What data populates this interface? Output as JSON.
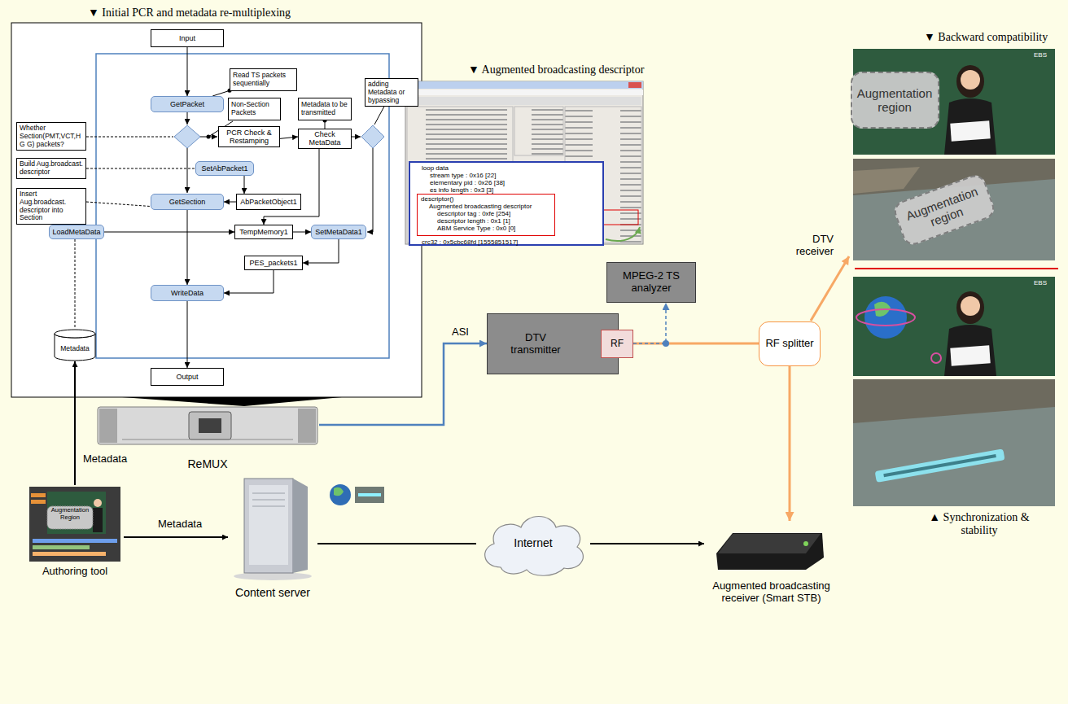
{
  "diagram": {
    "nodes": [
      {
        "text": [
          "Input"
        ]
      },
      {
        "text": [
          "GetPacket"
        ]
      },
      {
        "text": [
          "Read TS packets sequentially"
        ]
      },
      {
        "text": [
          "Whether Section(PMT,VCT,H G G) packets?"
        ]
      },
      {
        "text": [
          "PCR Check & Restamping"
        ]
      },
      {
        "text": [
          "Non-Section Packets"
        ]
      },
      {
        "text": [
          "Check MetaData"
        ]
      },
      {
        "text": [
          "Metadata to be transmitted"
        ]
      },
      {
        "text": [
          "adding Metadata or bypassing"
        ]
      },
      {
        "text": [
          "Build Aug.broadcast. descriptor"
        ]
      },
      {
        "text": [
          "SetAbPacket1"
        ]
      },
      {
        "text": [
          "Insert Aug.broadcast. descriptor into Section"
        ]
      },
      {
        "text": [
          "GetSection"
        ]
      },
      {
        "text": [
          "AbPacketObject1"
        ]
      },
      {
        "text": [
          "LoadMetaData"
        ]
      },
      {
        "text": [
          "TempMemory1"
        ]
      },
      {
        "text": [
          "SetMetaData1"
        ]
      },
      {
        "text": [
          "PES_packets1"
        ]
      },
      {
        "text": [
          "WriteData"
        ]
      },
      {
        "text": [
          "Metadata"
        ]
      },
      {
        "text": [
          "Output"
        ]
      },
      {
        "text": [
          "ReMUX"
        ]
      },
      {
        "text": [
          "DTV transmitter"
        ]
      },
      {
        "text": [
          "RF"
        ],
        "in": 22
      },
      {
        "text": [
          "MPEG-2 TS analyzer"
        ]
      },
      {
        "text": [
          "loop data",
          "stream type : 0x16 [22]",
          "elementary pid : 0x26 [38]",
          "es info length : 0x3 [3]",
          "crc32 : 0x5cbc68fd [1555851517]"
        ]
      },
      {
        "text": [
          "descriptor()",
          "Augmented broadcasting descriptor",
          "descriptor tag : 0xfe [254]",
          "descriptor length : 0x1 [1]",
          "ABM Service Type : 0x0 [0]"
        ],
        "in": 25
      },
      {
        "text": [
          "RF splitter"
        ]
      },
      {
        "text": [
          "Augmentation region"
        ]
      },
      {
        "text": [
          "Augmentation region"
        ]
      },
      {
        "text": [
          "Authoring tool"
        ]
      },
      {
        "text": [
          "Content server"
        ]
      },
      {
        "text": [
          "Internet"
        ]
      },
      {
        "text": [
          "Augmented broadcasting receiver (Smart STB)"
        ]
      }
    ],
    "edges": [
      {
        "from": 0,
        "to": 1,
        "arrow": "to"
      },
      {
        "from": 2,
        "to": 1,
        "arrow": "none"
      },
      {
        "from": 4,
        "to": 6,
        "arrow": "to"
      },
      {
        "from": 7,
        "to": 6,
        "arrow": "none"
      },
      {
        "from": 9,
        "to": 10,
        "arrow": "none"
      },
      {
        "from": 11,
        "to": 12,
        "arrow": "none"
      },
      {
        "from": 10,
        "to": 13,
        "arrow": "to"
      },
      {
        "from": 13,
        "to": 12,
        "arrow": "to"
      },
      {
        "from": 12,
        "to": 18,
        "arrow": "to"
      },
      {
        "from": 14,
        "to": 15,
        "arrow": "to"
      },
      {
        "from": 6,
        "to": 15,
        "arrow": "to"
      },
      {
        "from": 15,
        "to": 16,
        "arrow": "to"
      },
      {
        "from": 16,
        "to": 17,
        "arrow": "to"
      },
      {
        "from": 17,
        "to": 18,
        "arrow": "to"
      },
      {
        "from": 18,
        "to": 20,
        "arrow": "to"
      },
      {
        "from": 14,
        "to": 19,
        "arrow": "none"
      },
      {
        "from": 30,
        "to": 19,
        "arrow": "to",
        "label": "Metadata"
      },
      {
        "from": 21,
        "to": 22,
        "arrow": "to",
        "label": "ASI"
      },
      {
        "from": 23,
        "to": 27,
        "arrow": "none"
      },
      {
        "from": 23,
        "to": 24,
        "arrow": "to"
      },
      {
        "from": 27,
        "to": 33,
        "arrow": "to"
      },
      {
        "from": 30,
        "to": 31,
        "arrow": "to",
        "label": "Metadata"
      },
      {
        "from": 31,
        "to": 32,
        "arrow": "none"
      },
      {
        "from": 32,
        "to": 33,
        "arrow": "to"
      }
    ],
    "labels": [
      "▼ Initial PCR and metadata re-multiplexing",
      "▼ Augmented broadcasting descriptor",
      "▼ Backward compatibility",
      "DTV receiver",
      "EBS",
      "EBS",
      "Augmentation Region",
      "▲ Synchronization & stability"
    ]
  }
}
